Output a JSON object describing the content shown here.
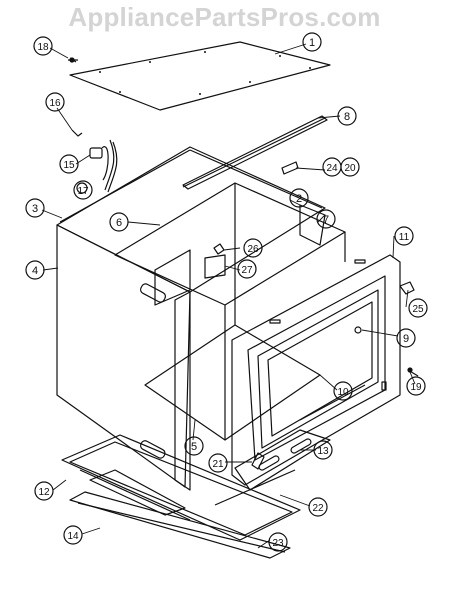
{
  "watermark": "AppliancePartsPros.com",
  "callouts": {
    "c1": "1",
    "c2": "2",
    "c3": "3",
    "c4": "4",
    "c5": "5",
    "c6": "6",
    "c7": "7",
    "c8": "8",
    "c9": "9",
    "c10": "10",
    "c11": "11",
    "c12": "12",
    "c13": "13",
    "c14": "14",
    "c15": "15",
    "c16": "16",
    "c17": "17",
    "c18": "18",
    "c19": "19",
    "c21": "21",
    "c22": "22",
    "c23": "23",
    "c24": "24",
    "c20": "20",
    "c25": "25",
    "c26": "26",
    "c27": "27"
  },
  "colors": {
    "line": "#111111",
    "watermark": "#d4d4d4",
    "background": "#ffffff"
  }
}
